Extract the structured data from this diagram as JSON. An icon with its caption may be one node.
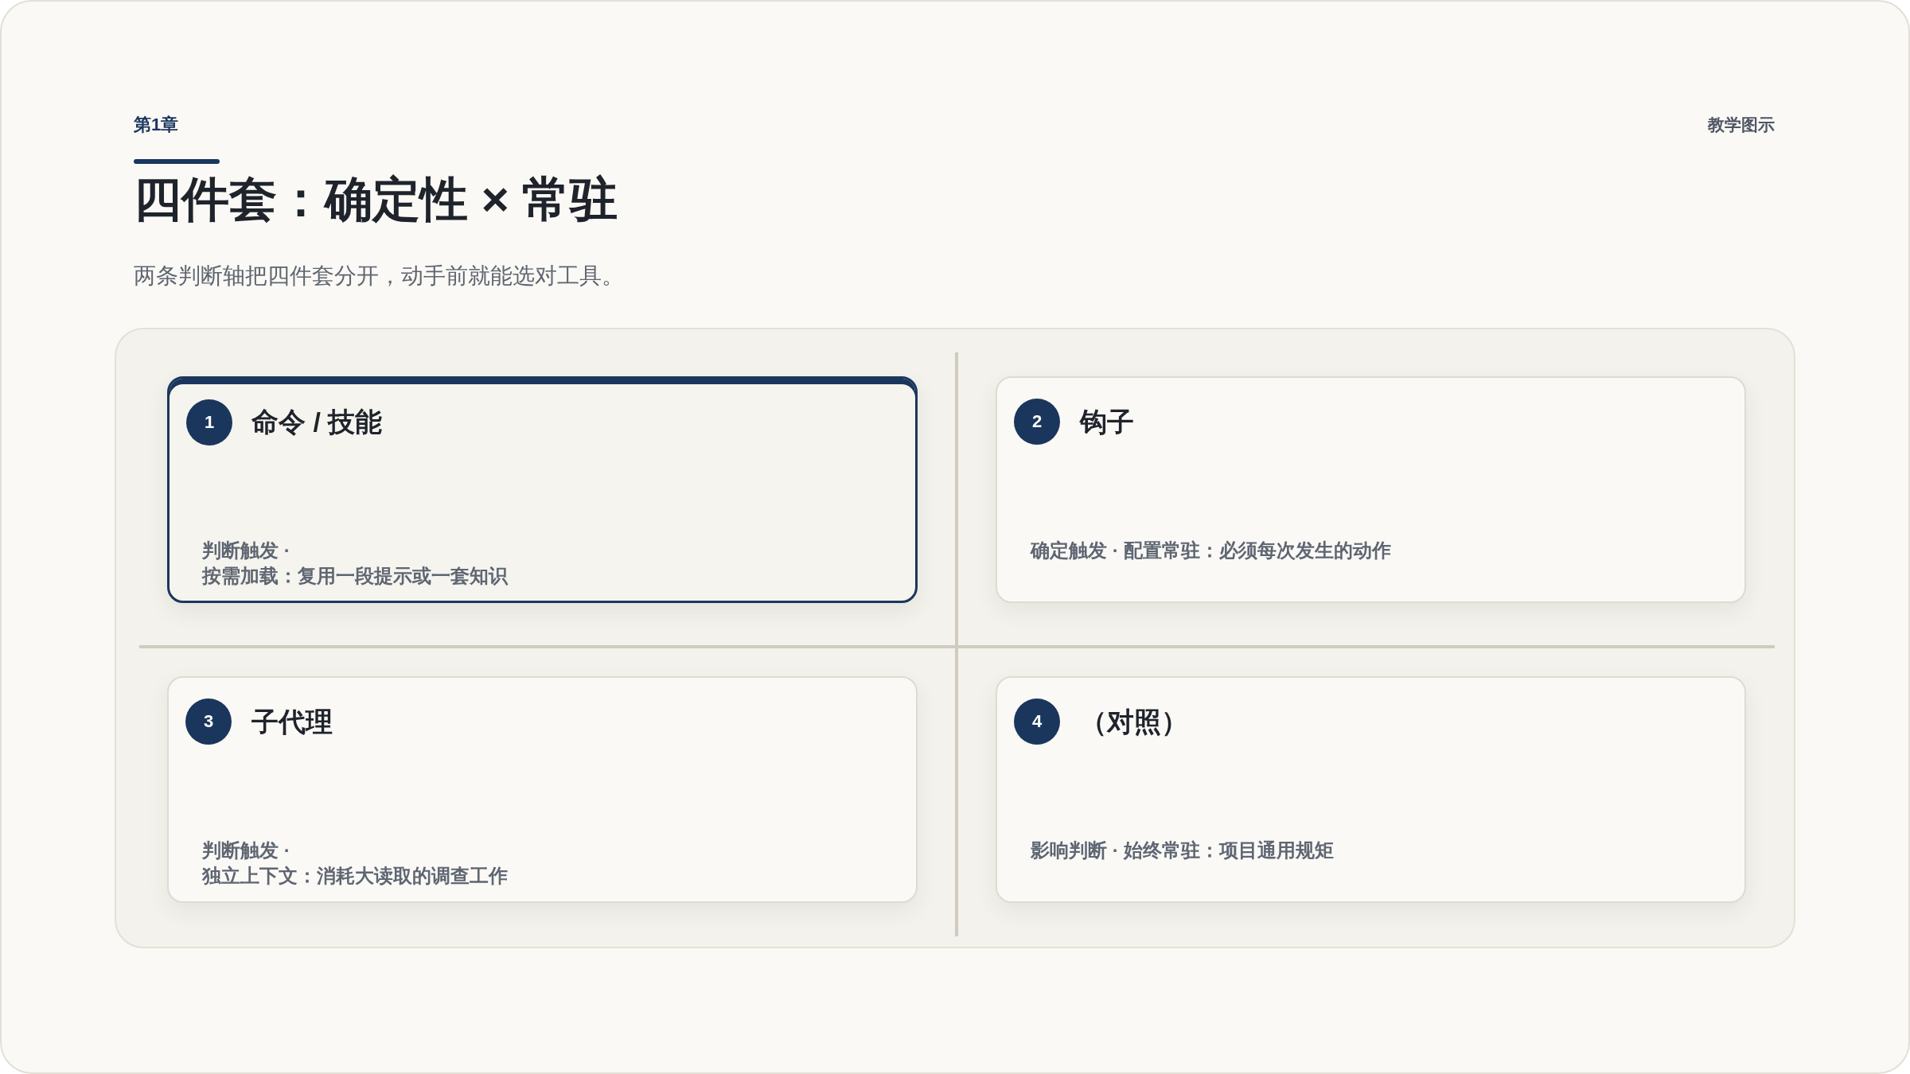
{
  "diagram": {
    "title": "四件套：确定性 × 常驻",
    "nodes": [
      {
        "text": [
          "命令 / 技能",
          "判断触发 · 按需加载：复用一段提示或一套知识"
        ]
      },
      {
        "text": [
          "1"
        ],
        "in": 0
      },
      {
        "text": [
          "钩子",
          "确定触发 · 配置常驻：必须每次发生的动作"
        ]
      },
      {
        "text": [
          "2"
        ],
        "in": 2
      },
      {
        "text": [
          "子代理",
          "判断触发 · 独立上下文：消耗大读取的调查工作"
        ]
      },
      {
        "text": [
          "3"
        ],
        "in": 4
      },
      {
        "text": [
          "（对照）",
          "影响判断 · 始终常驻：项目通用规矩"
        ]
      },
      {
        "text": [
          "4"
        ],
        "in": 6
      }
    ],
    "labels": [
      "第1章",
      "教学图示",
      "两条判断轴把四件套分开，动手前就能选对工具。"
    ]
  }
}
